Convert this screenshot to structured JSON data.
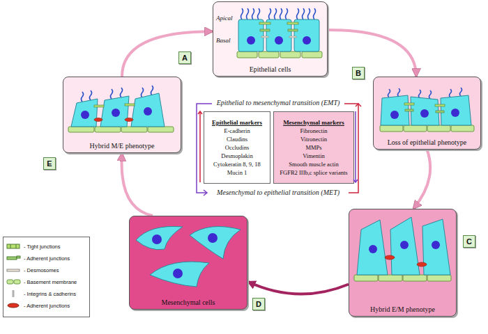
{
  "diagram": {
    "nodes": [
      {
        "text": [
          "Apical",
          "Basal",
          "Epithelial cells"
        ]
      },
      {
        "text": [
          "A"
        ]
      },
      {
        "text": [
          "B"
        ]
      },
      {
        "text": [
          "Hybrid M/E phenotype"
        ]
      },
      {
        "text": [
          "Loss of epithelial phenotype"
        ]
      },
      {
        "text": [
          "Epithelial markers",
          "E-cadherin",
          "Claudins",
          "Occludins",
          "Desmoplakin",
          "Cytokeratin 8, 9, 18",
          "Mucin 1"
        ]
      },
      {
        "text": [
          "Mesenchymal markers",
          "Fibronectin",
          "Vitronectin",
          "MMPs",
          "Vimentin",
          "Smooth muscle actin",
          "FGFR2 IIIb,c splice variants"
        ]
      },
      {
        "text": [
          "E"
        ]
      },
      {
        "text": [
          "C"
        ]
      },
      {
        "text": [
          "Mesenchymal cells"
        ]
      },
      {
        "text": [
          "D"
        ]
      },
      {
        "text": [
          "Hybrid E/M phenotype"
        ]
      }
    ],
    "edges": [
      {
        "from": 0,
        "to": 4,
        "arrow": "to"
      },
      {
        "from": 4,
        "to": 11,
        "arrow": "to"
      },
      {
        "from": 11,
        "to": 9,
        "arrow": "to"
      },
      {
        "from": 9,
        "to": 3,
        "arrow": "to"
      },
      {
        "from": 3,
        "to": 0,
        "arrow": "to"
      }
    ],
    "labels": [
      "Epithelial to mesenchymal transition (EMT)",
      "Mesenchymal to epithelial transition (MET)"
    ],
    "legend": [
      {
        "text": "- Tight junctions"
      },
      {
        "text": "- Adherent junctions"
      },
      {
        "text": "- Desmosomes"
      },
      {
        "text": "- Basement membrane"
      },
      {
        "text": "- Integrins & cadherins"
      },
      {
        "text": "- Adherent junctions"
      }
    ]
  }
}
